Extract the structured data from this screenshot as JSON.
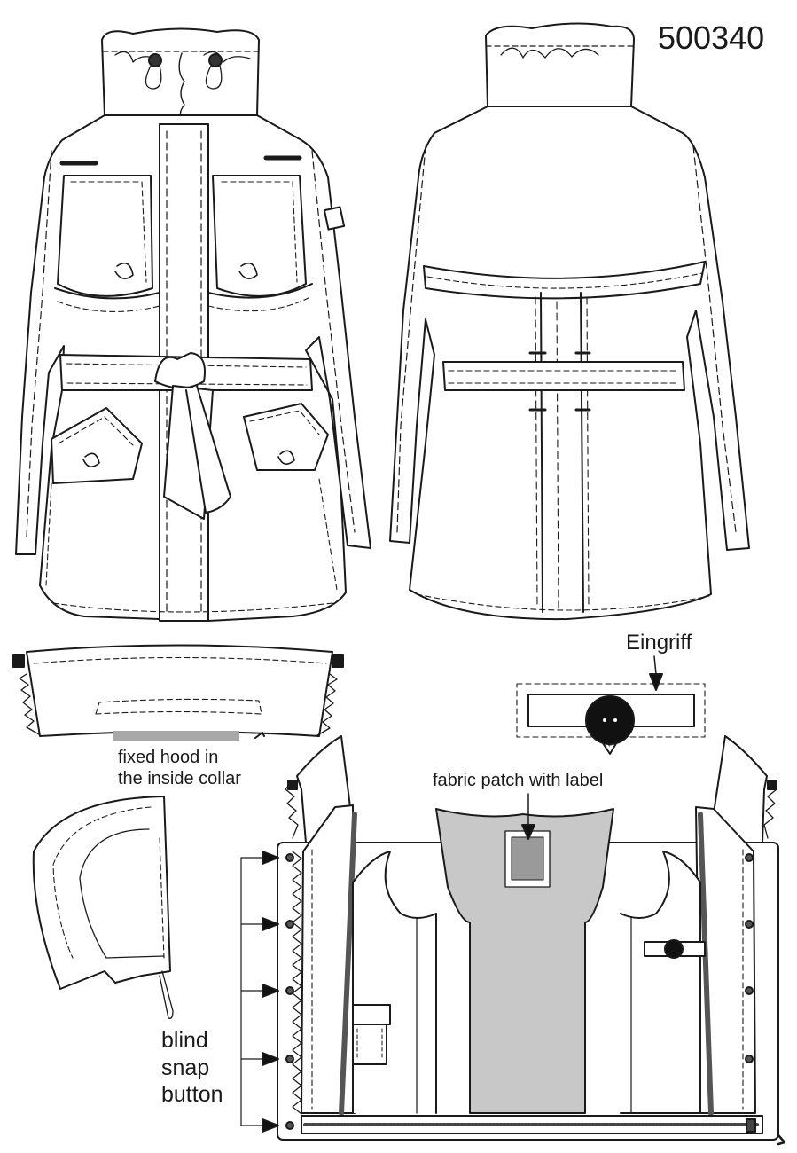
{
  "article_number": "500340",
  "labels": {
    "eingriff": "Eingriff",
    "hood_caption": "fixed hood in\nthe inside collar",
    "patch_caption": "fabric patch with label",
    "snap_caption": "blind\nsnap\nbutton"
  },
  "colors": {
    "ink": "#1a1a1a",
    "lining": "#c8c8c8",
    "hood_strip": "#a8a8a8",
    "label_patch": "#9a9a9a",
    "zip_tape": "#555555"
  }
}
